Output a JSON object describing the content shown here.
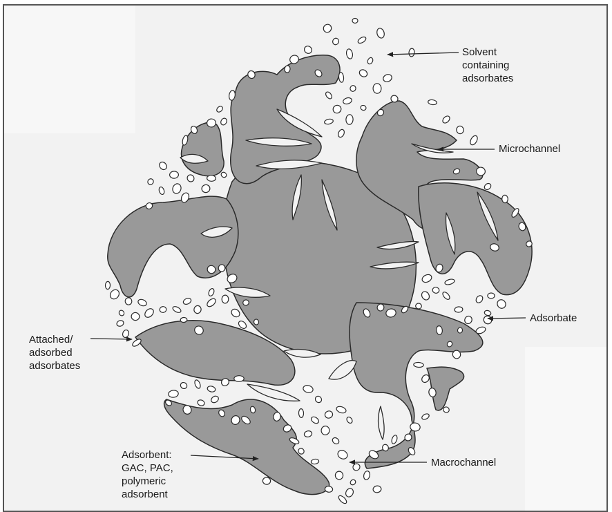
{
  "labels": {
    "solvent": [
      "Solvent",
      "containing",
      "adsorbates"
    ],
    "microchannel": "Microchannel",
    "adsorbate": "Adsorbate",
    "attached": [
      "Attached/",
      "adsorbed",
      "adsorbates"
    ],
    "adsorbent": [
      "Adsorbent:",
      "GAC, PAC,",
      "polymeric",
      "adsorbent"
    ],
    "macrochannel": "Macrochannel"
  },
  "colors": {
    "adsorbent_fill": "#999999",
    "outline": "#2a2a2a",
    "bubble_fill": "#ffffff",
    "text": "#1a1a1a"
  }
}
